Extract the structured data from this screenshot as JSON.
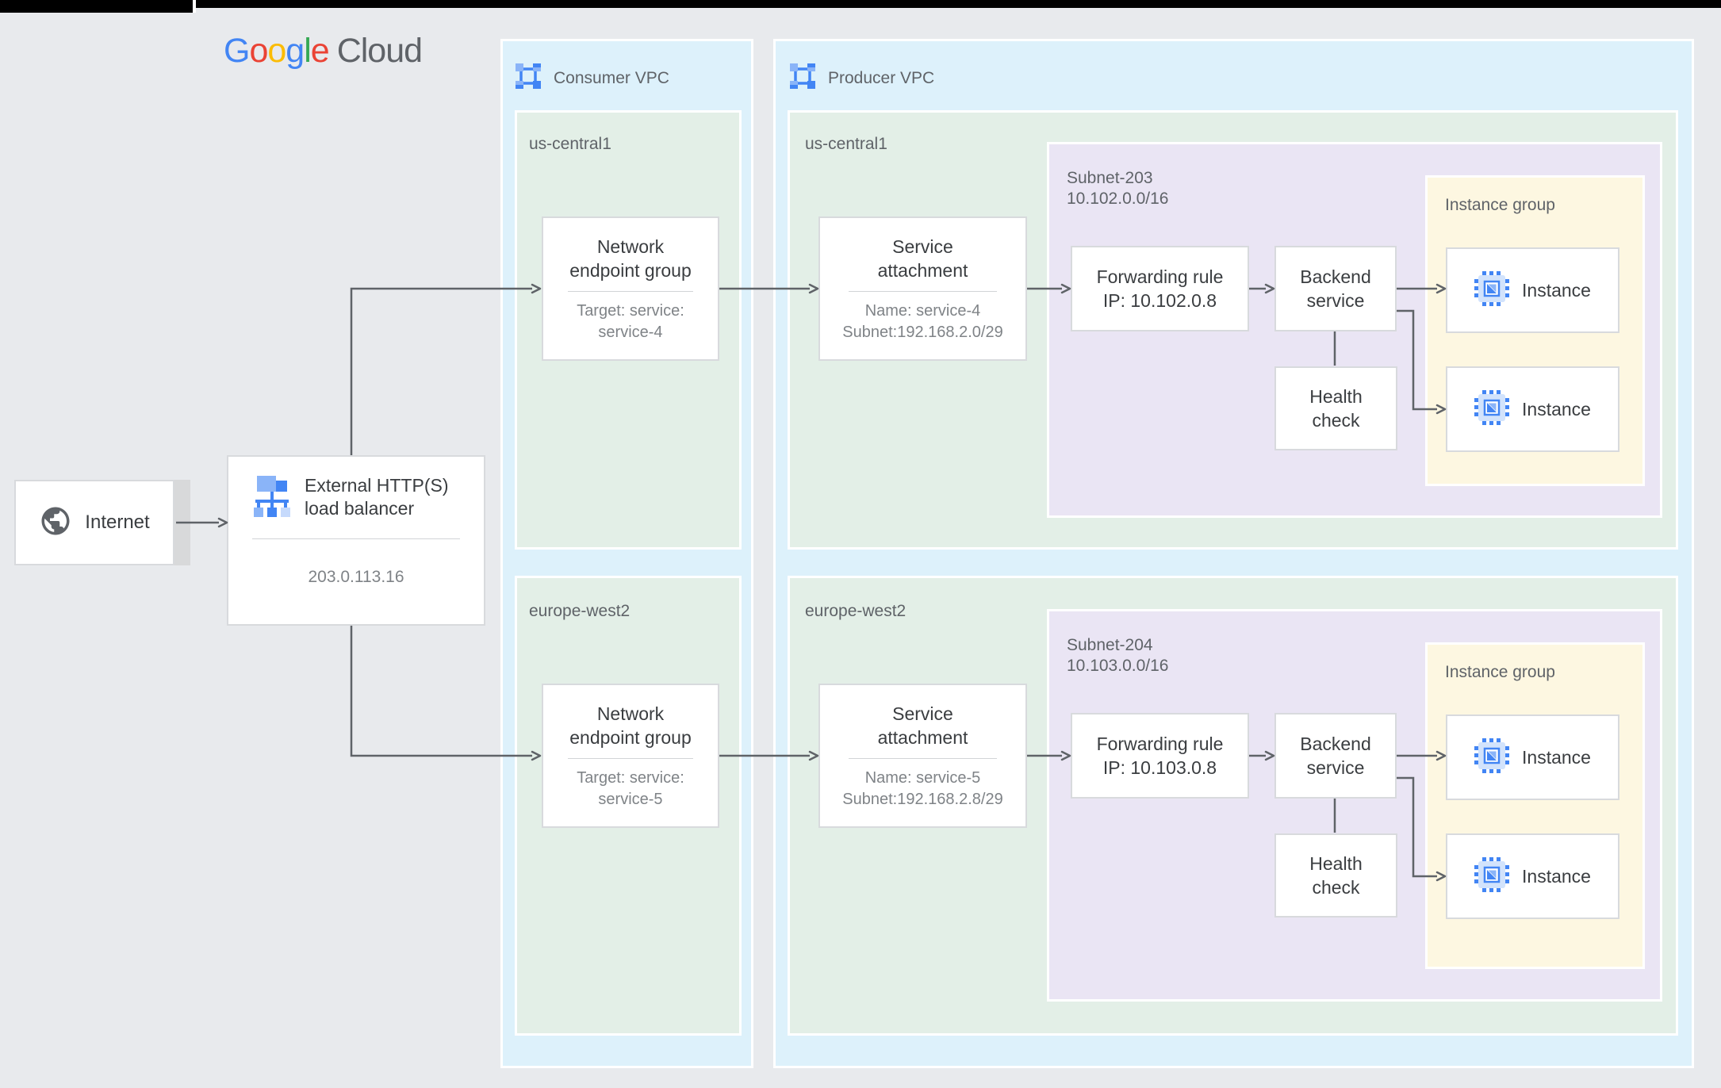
{
  "logo": {
    "g1": "G",
    "o1": "o",
    "o2": "o",
    "g2": "g",
    "l1": "l",
    "e1": "e",
    "cloud": "Cloud"
  },
  "internet": {
    "label": "Internet"
  },
  "load_balancer": {
    "title_line1": "External HTTP(S)",
    "title_line2": "load balancer",
    "ip": "203.0.113.16"
  },
  "consumer_vpc": {
    "label": "Consumer VPC",
    "region1": {
      "name": "us-central1",
      "neg": {
        "title_line1": "Network",
        "title_line2": "endpoint group",
        "sub_line1": "Target: service:",
        "sub_line2": "service-4"
      }
    },
    "region2": {
      "name": "europe-west2",
      "neg": {
        "title_line1": "Network",
        "title_line2": "endpoint group",
        "sub_line1": "Target: service:",
        "sub_line2": "service-5"
      }
    }
  },
  "producer_vpc": {
    "label": "Producer VPC",
    "region1": {
      "name": "us-central1",
      "service_attachment": {
        "title_line1": "Service",
        "title_line2": "attachment",
        "sub_line1": "Name: service-4",
        "sub_line2": "Subnet:192.168.2.0/29"
      },
      "subnet": {
        "name": "Subnet-203",
        "cidr": "10.102.0.0/16",
        "forwarding_rule": {
          "line1": "Forwarding rule",
          "line2": "IP: 10.102.0.8"
        },
        "backend_service": {
          "line1": "Backend",
          "line2": "service"
        },
        "health_check": {
          "line1": "Health",
          "line2": "check"
        },
        "instance_group": {
          "label": "Instance group",
          "instance1": "Instance",
          "instance2": "Instance"
        }
      }
    },
    "region2": {
      "name": "europe-west2",
      "service_attachment": {
        "title_line1": "Service",
        "title_line2": "attachment",
        "sub_line1": "Name: service-5",
        "sub_line2": "Subnet:192.168.2.8/29"
      },
      "subnet": {
        "name": "Subnet-204",
        "cidr": "10.103.0.0/16",
        "forwarding_rule": {
          "line1": "Forwarding rule",
          "line2": "IP: 10.103.0.8"
        },
        "backend_service": {
          "line1": "Backend",
          "line2": "service"
        },
        "health_check": {
          "line1": "Health",
          "line2": "check"
        },
        "instance_group": {
          "label": "Instance group",
          "instance1": "Instance",
          "instance2": "Instance"
        }
      }
    }
  },
  "palette": {
    "background": "#e8eaed",
    "vpc_fill": "#ddf1fb",
    "region_fill": "#e3efe7",
    "subnet_fill": "#eae5f4",
    "instance_group_fill": "#fdf7e1",
    "card_border": "#d8dadd",
    "connector": "#5f6368",
    "text_primary": "#3a3d40",
    "text_secondary": "#7f8387",
    "google_blue": "#4285f4",
    "google_blue_light": "#8ab4f8"
  }
}
